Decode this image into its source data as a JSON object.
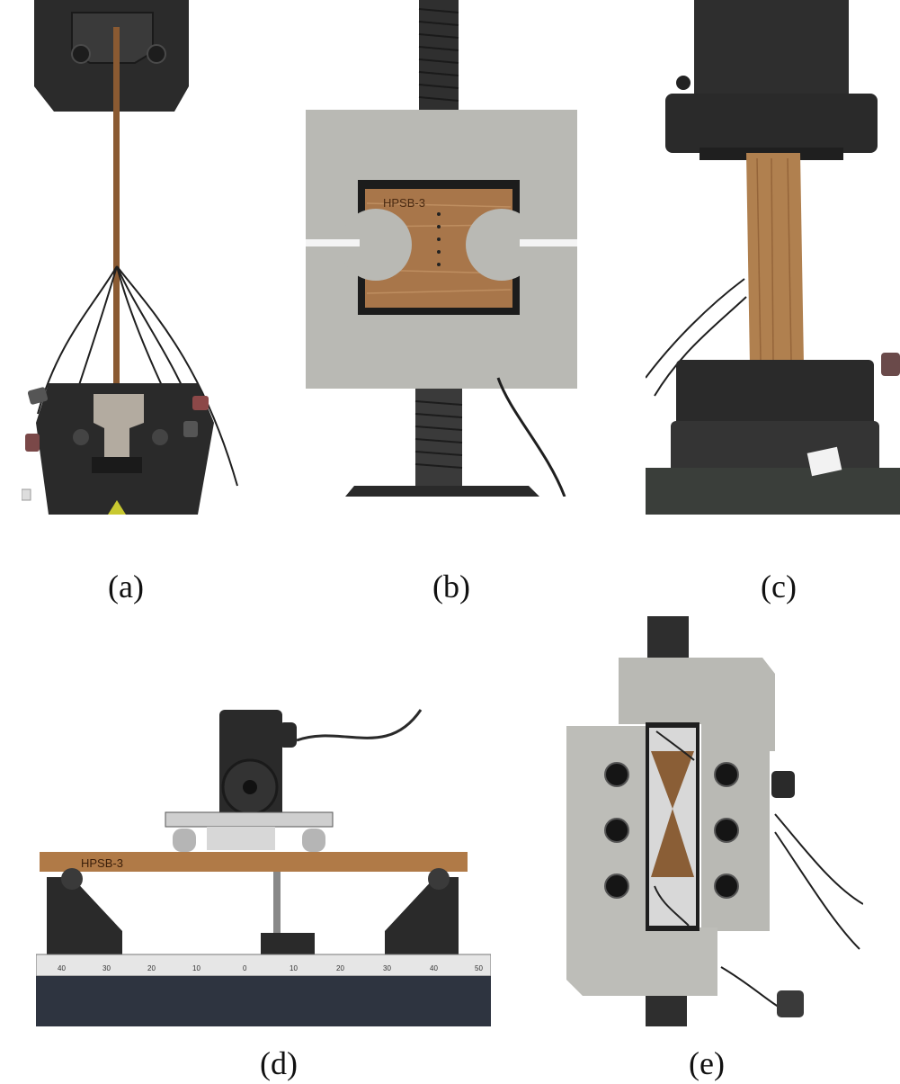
{
  "panels": [
    {
      "id": "a",
      "caption": "(a)"
    },
    {
      "id": "b",
      "caption": "(b)",
      "specimen_label": "HPSB-3"
    },
    {
      "id": "c",
      "caption": "(c)"
    },
    {
      "id": "d",
      "caption": "(d)",
      "specimen_label": "HPSB-3",
      "ruler_ticks": [
        "40",
        "30",
        "20",
        "10",
        "0",
        "10",
        "20",
        "30",
        "40",
        "50"
      ]
    },
    {
      "id": "e",
      "caption": "(e)"
    }
  ],
  "colors": {
    "background": "#ffffff",
    "steel": "#b9b9b4",
    "black_fixture": "#2a2a2a",
    "wood": "#a8764a"
  }
}
